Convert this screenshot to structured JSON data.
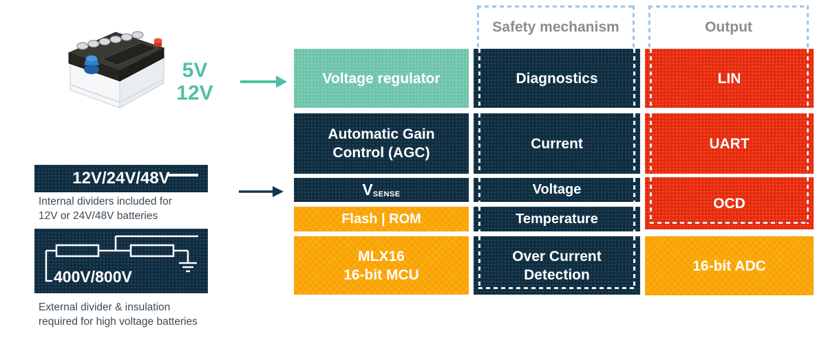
{
  "palette": {
    "navy": "#112c3f",
    "teal_box": "#6ec4ab",
    "teal_text": "#52bfa5",
    "orange": "#f9a300",
    "red": "#e62b0d",
    "dash_blue": "#9fc3ea",
    "dash_white": "#e9f1fb",
    "header_gray": "#8c8c8c",
    "caption_color": "#3d4a56"
  },
  "left": {
    "battery_icon": "car-battery",
    "supply": [
      "5V",
      "12V"
    ],
    "internal": {
      "label": "12V/24V/48V",
      "caption": [
        "Internal dividers included for",
        "12V or 24V/48V batteries"
      ]
    },
    "external": {
      "label": "400V/800V",
      "caption": [
        "External divider & insulation",
        "required for high voltage batteries"
      ]
    }
  },
  "chip": {
    "regulator": "Voltage regulator",
    "agc": [
      "Automatic Gain",
      "Control (AGC)"
    ],
    "vsense": {
      "v": "V",
      "sub": "SENSE"
    },
    "flash": "Flash | ROM",
    "mcu": [
      "MLX16",
      "16-bit MCU"
    ]
  },
  "safety": {
    "header": "Safety mechanism",
    "items": [
      "Diagnostics",
      "Current",
      "Voltage",
      "Temperature"
    ],
    "last": [
      "Over Current",
      "Detection"
    ]
  },
  "output": {
    "header": "Output",
    "items": [
      "LIN",
      "UART",
      "OCD",
      "16-bit ADC"
    ]
  }
}
